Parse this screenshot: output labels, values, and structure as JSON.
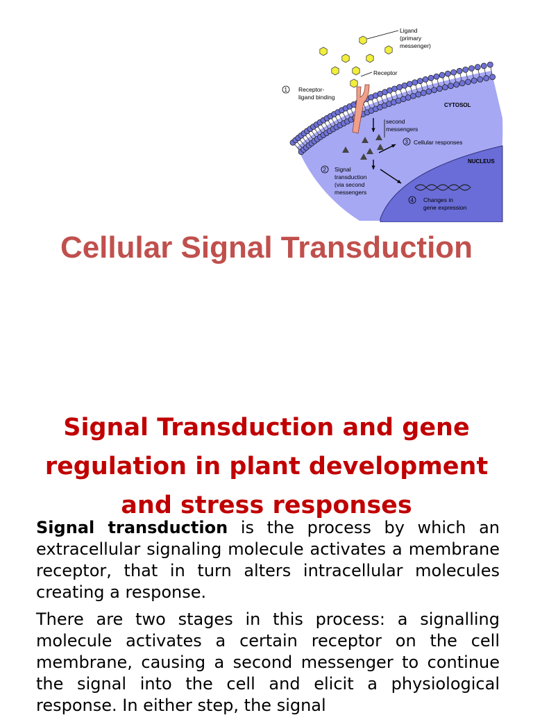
{
  "diagram": {
    "labels": {
      "ligand": [
        "Ligand",
        "(primary",
        "messenger)"
      ],
      "receptor": "Receptor",
      "step1": [
        "Receptor-",
        "ligand binding"
      ],
      "cytosol": "CYTOSOL",
      "second_messengers": [
        "second",
        "messengers"
      ],
      "step3": "Cellular responses",
      "nucleus": "NUCLEUS",
      "step2": [
        "Signal",
        "transduction",
        "(via second",
        "messengers"
      ],
      "step4": [
        "Changes in",
        "gene expression"
      ]
    },
    "step_numbers": [
      "1",
      "2",
      "3",
      "4"
    ],
    "colors": {
      "cytosol": "#a6a8f4",
      "nucleus": "#6a6dd8",
      "membrane_head": "#6f72d8",
      "ligand": "#f2ef3a",
      "receptor": "#f0a08a"
    }
  },
  "title": "Cellular Signal Transduction",
  "subtitle": "Signal Transduction  and gene regulation in plant development and stress responses",
  "body": {
    "p1_term": "Signal transduction",
    "p1_rest": " is the process by which an extracellular signaling molecule activates a membrane receptor, that in turn alters intracellular molecules creating a response.",
    "p2": "There are two stages in this process: a signalling molecule activates a certain receptor on the cell membrane, causing a second messenger to continue the signal into the cell and elicit a physiological response. In either step, the signal"
  }
}
